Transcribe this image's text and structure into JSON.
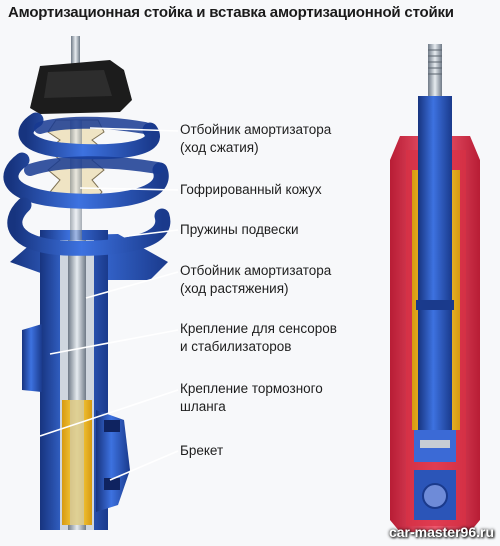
{
  "title": "Амортизационная стойка и вставка амортизационной стойки",
  "labels": [
    {
      "line1": "Отбойник амортизатора",
      "line2": "(ход сжатия)"
    },
    {
      "line1": "Гофрированный кожух",
      "line2": ""
    },
    {
      "line1": "Пружины подвески",
      "line2": ""
    },
    {
      "line1": "Отбойник амортизатора",
      "line2": "(ход растяжения)"
    },
    {
      "line1": "Крепление для сенсоров",
      "line2": "и стабилизаторов"
    },
    {
      "line1": "Крепление тормозного",
      "line2": "шланга"
    },
    {
      "line1": "Брекет",
      "line2": ""
    }
  ],
  "watermark": "car-master96.ru",
  "colors": {
    "blue": "#2f5fd0",
    "blue_dark": "#1c3f9e",
    "yellow": "#f0c020",
    "red": "#e0304a",
    "black_mount": "#1c1c1c",
    "bellows": "#efe4c4"
  }
}
